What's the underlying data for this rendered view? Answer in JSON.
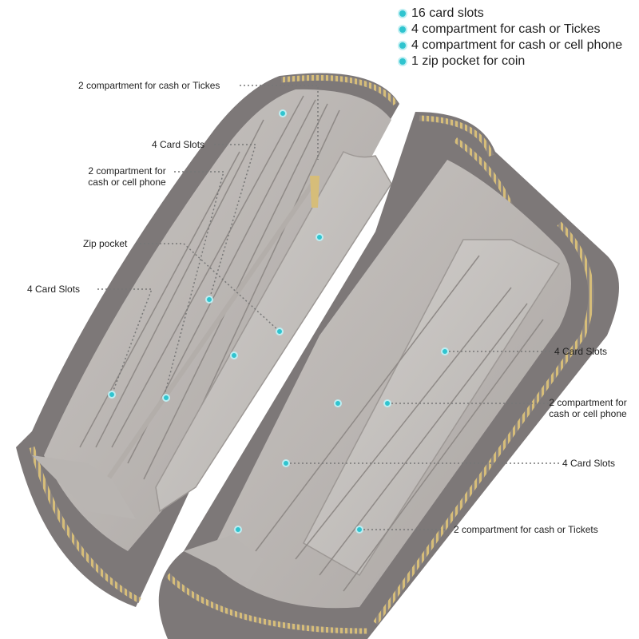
{
  "features": [
    "16 card slots",
    "4 compartment for cash or Tickes",
    "4 compartment for cash or cell phone",
    "1 zip pocket for coin"
  ],
  "callouts": {
    "left_cash_tickes": "2 compartment for cash or Tickes",
    "left_card_slots_top": "4 Card Slots",
    "left_compartment_phone_line1": "2 compartment for",
    "left_compartment_phone_line2": "cash or cell phone",
    "left_zip_pocket": "Zip pocket",
    "left_card_slots_mid": "4 Card Slots",
    "right_card_slots_top": "4 Card Slots",
    "right_compartment_phone_line1": "2 compartment for",
    "right_compartment_phone_line2": "cash or cell phone",
    "right_card_slots_bottom": "4 Card Slots",
    "right_cash_tickets": "2 compartment for cash or Tickets"
  },
  "colors": {
    "marker": "#2fc4cf",
    "wallet_outer": "#7d7878",
    "wallet_lining": "#bdb9b6",
    "zipper": "#c9ae6a"
  }
}
